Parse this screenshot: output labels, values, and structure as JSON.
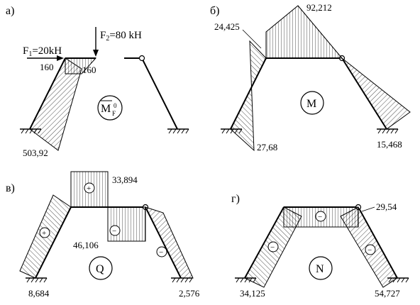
{
  "panels": {
    "a": {
      "label": "а)",
      "f1_label": "F",
      "f1_sub": "1",
      "f1_value": "=20kH",
      "f2_label": "F",
      "f2_sub": "2",
      "f2_value": "=80 kH",
      "left_val": "160",
      "right_val": "160",
      "base_val": "503,92",
      "diagram_main": "M",
      "diagram_sup": "0",
      "diagram_sub": "F"
    },
    "b": {
      "label": "б)",
      "top_val": "92,212",
      "left_top_val": "24,425",
      "left_bottom_val": "27,68",
      "right_bottom_val": "15,468",
      "diagram": "M"
    },
    "v": {
      "label": "в)",
      "top_val": "33,894",
      "mid_val": "46,106",
      "left_bottom_val": "8,684",
      "right_bottom_val": "2,576",
      "diagram": "Q"
    },
    "g": {
      "label": "г)",
      "top_val": "29,54",
      "left_bottom_val": "34,125",
      "right_bottom_val": "54,727",
      "diagram": "N"
    }
  },
  "signs": {
    "plus": "+",
    "minus": "−"
  }
}
